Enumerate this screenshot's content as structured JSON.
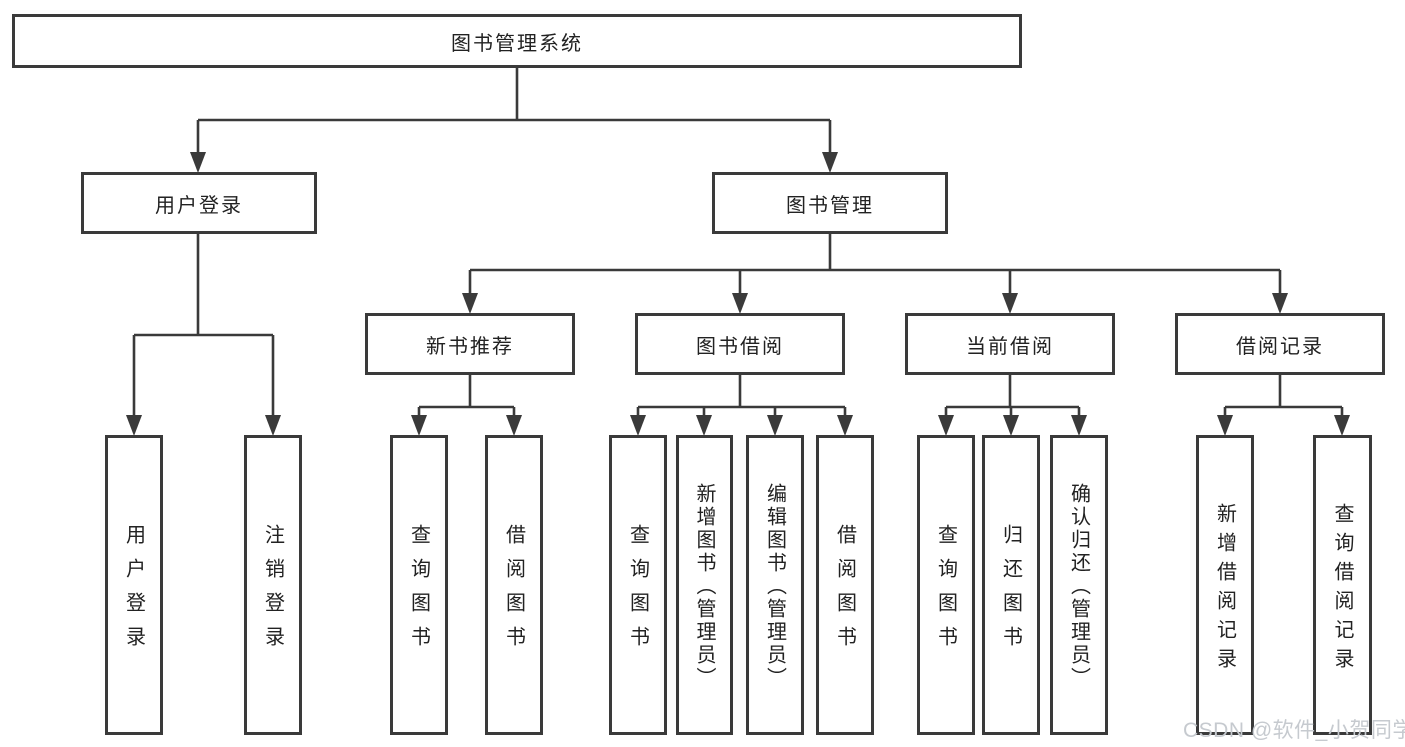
{
  "tree": {
    "root": {
      "label": "图书管理系统"
    },
    "branches": [
      {
        "label": "用户登录",
        "children": [
          {
            "label": "用户登录"
          },
          {
            "label": "注销登录"
          }
        ]
      },
      {
        "label": "图书管理",
        "children": [
          {
            "label": "新书推荐",
            "children": [
              {
                "label": "查询图书"
              },
              {
                "label": "借阅图书"
              }
            ]
          },
          {
            "label": "图书借阅",
            "children": [
              {
                "label": "查询图书"
              },
              {
                "label": "新增图书（管理员）"
              },
              {
                "label": "编辑图书（管理员）"
              },
              {
                "label": "借阅图书"
              }
            ]
          },
          {
            "label": "当前借阅",
            "children": [
              {
                "label": "查询图书"
              },
              {
                "label": "归还图书"
              },
              {
                "label": "确认归还（管理员）"
              }
            ]
          },
          {
            "label": "借阅记录",
            "children": [
              {
                "label": "新增借阅记录"
              },
              {
                "label": "查询借阅记录"
              }
            ]
          }
        ]
      }
    ]
  },
  "watermark": {
    "text": "CSDN @软件_小贺同学"
  },
  "colors": {
    "line": "#3a3a3a",
    "background": "#ffffff",
    "watermark": "#c6cacf"
  }
}
